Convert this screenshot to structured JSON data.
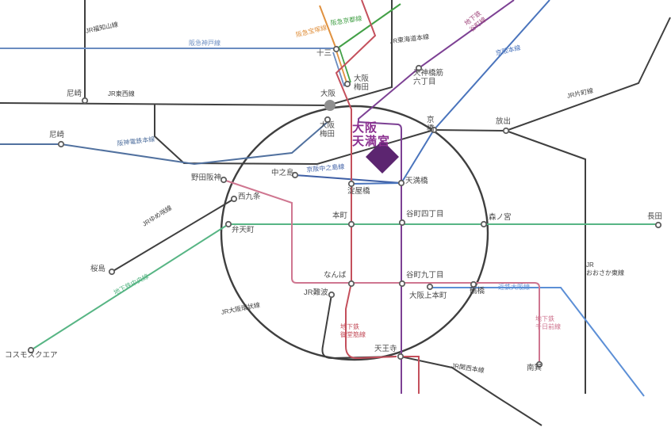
{
  "palette": {
    "jr": "#3f3f3f",
    "dot_stroke": "#5f5f5f",
    "osaka_hub": "#8f8f8f"
  },
  "landmark": {
    "label": "大阪\n天満宮",
    "text_color": "#8b3090",
    "diamond_color": "#5c2570",
    "diamond_edge": "#9a6fae"
  },
  "stations": {
    "amagasaki_jr": {
      "label": "尼崎"
    },
    "amagasaki_hanshin": {
      "label": "尼崎"
    },
    "juso": {
      "label": "十三"
    },
    "osaka_umeda_hankyu": {
      "label": "大阪\n梅田"
    },
    "osaka": {
      "label": "大阪"
    },
    "osaka_umeda_hanshin": {
      "label": "大阪\n梅田"
    },
    "tenjimbashisuji6": {
      "label": "天神橋筋\n六丁目"
    },
    "kyobashi": {
      "label": "京\n橋"
    },
    "hanaten": {
      "label": "放出"
    },
    "noda_hanshin": {
      "label": "野田阪神"
    },
    "nakanoshima": {
      "label": "中之島"
    },
    "yodoyabashi": {
      "label": "淀屋橋"
    },
    "temmabashi": {
      "label": "天満橋"
    },
    "nishikujo": {
      "label": "西九条"
    },
    "hommachi": {
      "label": "本町"
    },
    "tanimachi4": {
      "label": "谷町四丁目"
    },
    "morinomiya": {
      "label": "森ノ宮"
    },
    "nagata": {
      "label": "長田"
    },
    "bentencho": {
      "label": "弁天町"
    },
    "sakurajima": {
      "label": "桜島"
    },
    "namba": {
      "label": "なんば"
    },
    "tanimachi9": {
      "label": "谷町九丁目"
    },
    "jr_namba": {
      "label": "JR難波"
    },
    "osaka_uehommachi": {
      "label": "大阪上本町"
    },
    "tsuruhashi": {
      "label": "鶴橋"
    },
    "tennoji": {
      "label": "天王寺"
    },
    "cosmosquare": {
      "label": "コスモスクエア"
    },
    "minami_tatsumi": {
      "label": "南巽"
    }
  },
  "lines": {
    "jr_fukuchiyama": {
      "label": "JR福知山線",
      "color": "#3f3f3f"
    },
    "jr_tozai": {
      "label": "JR東西線",
      "color": "#3f3f3f"
    },
    "jr_tokaido": {
      "label": "JR東海道本線",
      "color": "#3f3f3f"
    },
    "jr_katamachi": {
      "label": "JR片町線",
      "color": "#3f3f3f"
    },
    "jr_yumesaki": {
      "label": "JRゆめ咲線",
      "color": "#3f3f3f"
    },
    "jr_loop": {
      "label": "JR大阪環状線",
      "color": "#3f3f3f"
    },
    "jr_kansai": {
      "label": "JR関西本線",
      "color": "#3f3f3f"
    },
    "osaka_higashi": {
      "label": "JR\nおおさか東線",
      "color": "#3f3f3f"
    },
    "hankyu_kobe": {
      "label": "阪急神戸線",
      "color": "#6a8cc0"
    },
    "hankyu_takarazuka": {
      "label": "阪急宝塚線",
      "color": "#e0913f"
    },
    "hankyu_kyoto": {
      "label": "阪急京都線",
      "color": "#43a047"
    },
    "hanshin_main": {
      "label": "阪神電鉄本線",
      "color": "#51719f"
    },
    "keihan_main": {
      "label": "京阪本線",
      "color": "#4a74bc"
    },
    "keihan_nakanoshima": {
      "label": "京阪中之島線",
      "color": "#3e5fa5"
    },
    "kintetsu_osaka": {
      "label": "近鉄大阪線",
      "color": "#5c8fd6"
    },
    "chuo": {
      "label": "地下鉄中央線",
      "color": "#57b584"
    },
    "midosuji": {
      "label": "地下鉄\n御堂筋線",
      "color": "#c4505c"
    },
    "tanimachi": {
      "label": "地下鉄\n谷町線",
      "color": "#a2497e"
    },
    "tanimachi_line_color": {
      "label": "",
      "color": "#7d4194"
    },
    "sennichimae": {
      "label": "地下鉄\n千日前線",
      "color": "#cf7690"
    }
  }
}
